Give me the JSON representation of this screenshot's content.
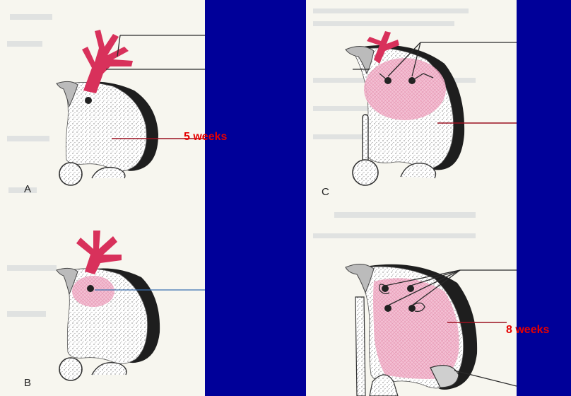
{
  "labels": {
    "age_a": "5 weeks",
    "age_d": "8 weeks"
  },
  "stages": {
    "a": "A",
    "b": "B",
    "c": "C"
  },
  "colors": {
    "background": "#000099",
    "panel": "#f7f6ef",
    "vessels": "#d8315b",
    "cortex_pink": "#f1a9c4",
    "label_red": "#e60000"
  }
}
